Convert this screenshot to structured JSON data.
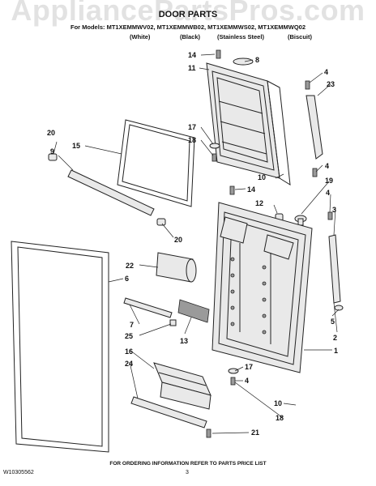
{
  "header": {
    "watermark": "AppliancePartsPros.com",
    "title": "DOOR PARTS",
    "models_line": "For Models: MT1XEMMWV02, MT1XEMMWB02, MT1XEMMWS02, MT1XEMMWQ02",
    "finishes": [
      "(White)",
      "(Black)",
      "(Stainless Steel)",
      "(Biscuit)"
    ]
  },
  "callouts": {
    "c1": "1",
    "c2": "2",
    "c3": "3",
    "c4a": "4",
    "c4b": "4",
    "c4c": "4",
    "c5": "5",
    "c6": "6",
    "c7": "7",
    "c8": "8",
    "c9": "9",
    "c10a": "10",
    "c10b": "10",
    "c11": "11",
    "c12": "12",
    "c13": "13",
    "c14a": "14",
    "c14b": "14",
    "c15": "15",
    "c16": "16",
    "c17a": "17",
    "c17b": "17",
    "c18a": "18",
    "c18b": "18",
    "c19": "19",
    "c20a": "20",
    "c20b": "20",
    "c21": "21",
    "c22": "22",
    "c23": "23",
    "c24": "24",
    "c25": "25"
  },
  "footer": {
    "note": "FOR ORDERING INFORMATION REFER TO PARTS PRICE LIST",
    "doc_number": "W10305562",
    "page_number": "3"
  }
}
